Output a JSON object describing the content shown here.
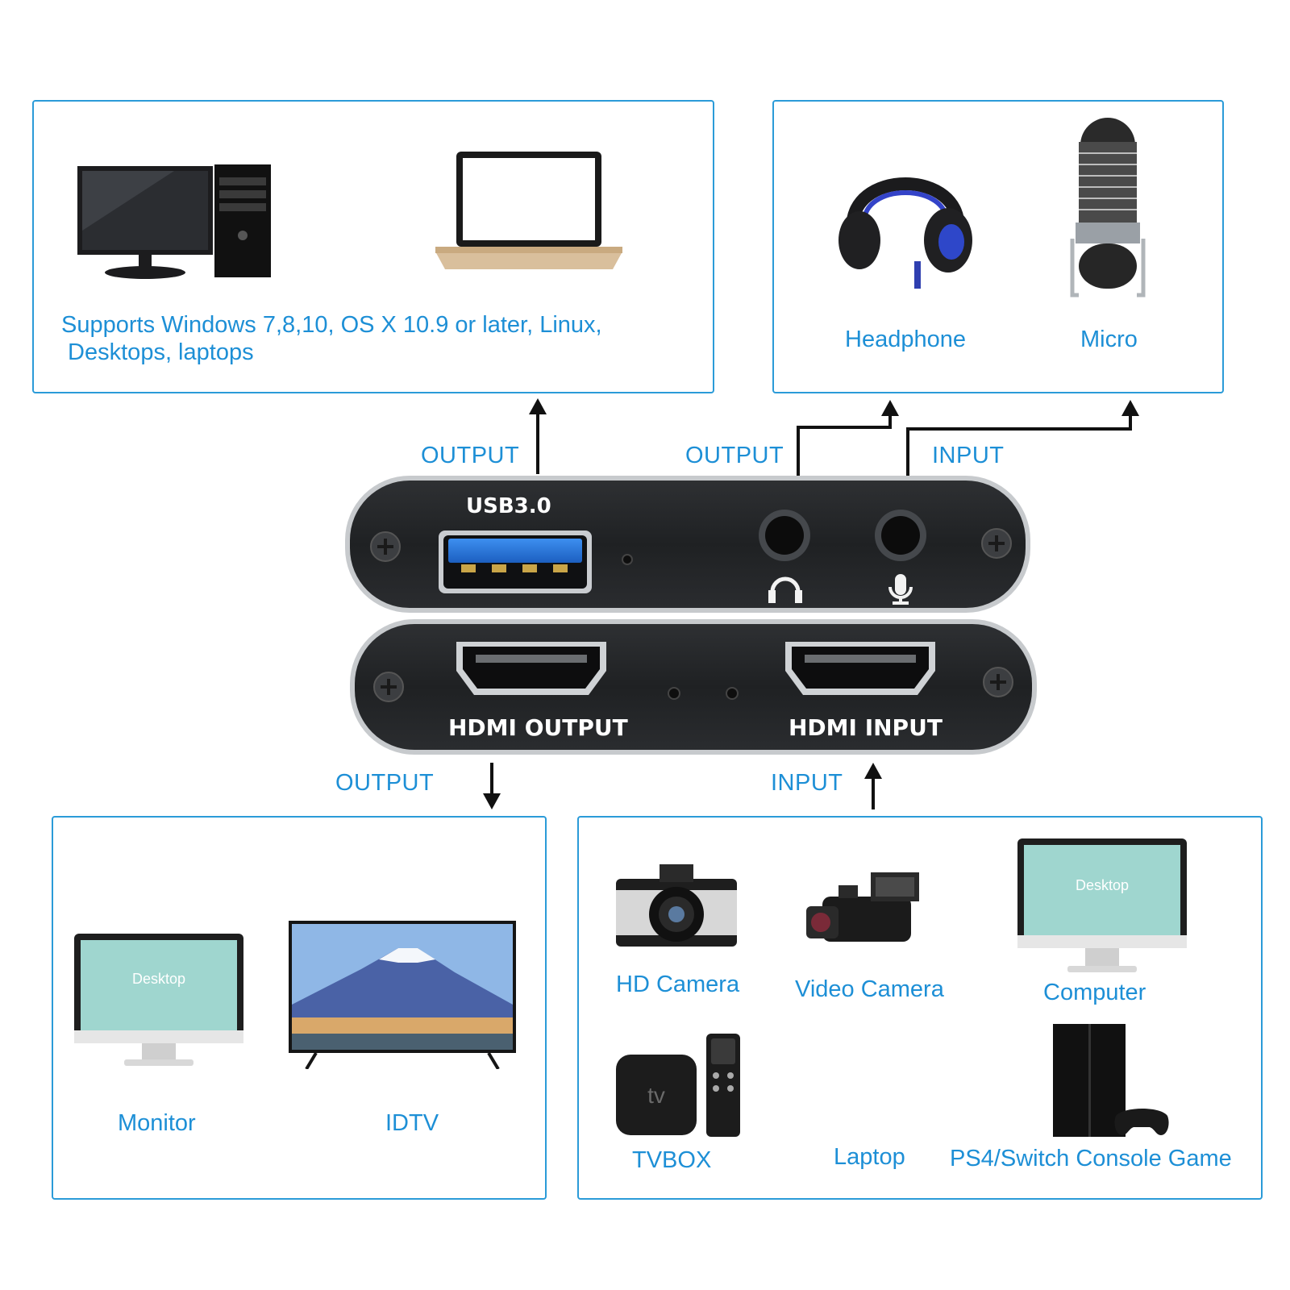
{
  "colors": {
    "accent": "#1d8fd6",
    "border": "#2b9bd8",
    "device": "#232527",
    "frame": "#b9bcbf"
  },
  "top_left": {
    "description_line1": "Supports Windows 7,8,10, OS X 10.9 or later, Linux,",
    "description_line2": " Desktops, laptops",
    "icons": [
      "desktop-pc-icon",
      "laptop-icon"
    ]
  },
  "top_right": {
    "items": [
      {
        "label": "Headphone",
        "icon": "headphone-icon"
      },
      {
        "label": "Micro",
        "icon": "microphone-icon"
      }
    ]
  },
  "bottom_left": {
    "items": [
      {
        "label": "Monitor",
        "icon": "monitor-icon",
        "screen_text": "Desktop"
      },
      {
        "label": "IDTV",
        "icon": "tv-icon"
      }
    ]
  },
  "bottom_right": {
    "items": [
      {
        "label": "HD Camera",
        "icon": "camera-icon"
      },
      {
        "label": "Video Camera",
        "icon": "video-camera-icon"
      },
      {
        "label": "Computer",
        "icon": "computer-icon",
        "screen_text": "Desktop"
      },
      {
        "label": "TVBOX",
        "icon": "tvbox-icon",
        "tv_text": "tv"
      },
      {
        "label": "Laptop"
      },
      {
        "label": "PS4/Switch Console Game",
        "icon": "console-icon"
      }
    ]
  },
  "arrows": {
    "usb_output": "OUTPUT",
    "audio_output": "OUTPUT",
    "audio_input": "INPUT",
    "hdmi_output": "OUTPUT",
    "hdmi_input": "INPUT"
  },
  "device": {
    "usb_label": "USB3.0",
    "hdmi_output_label": "HDMI OUTPUT",
    "hdmi_input_label": "HDMI INPUT"
  }
}
